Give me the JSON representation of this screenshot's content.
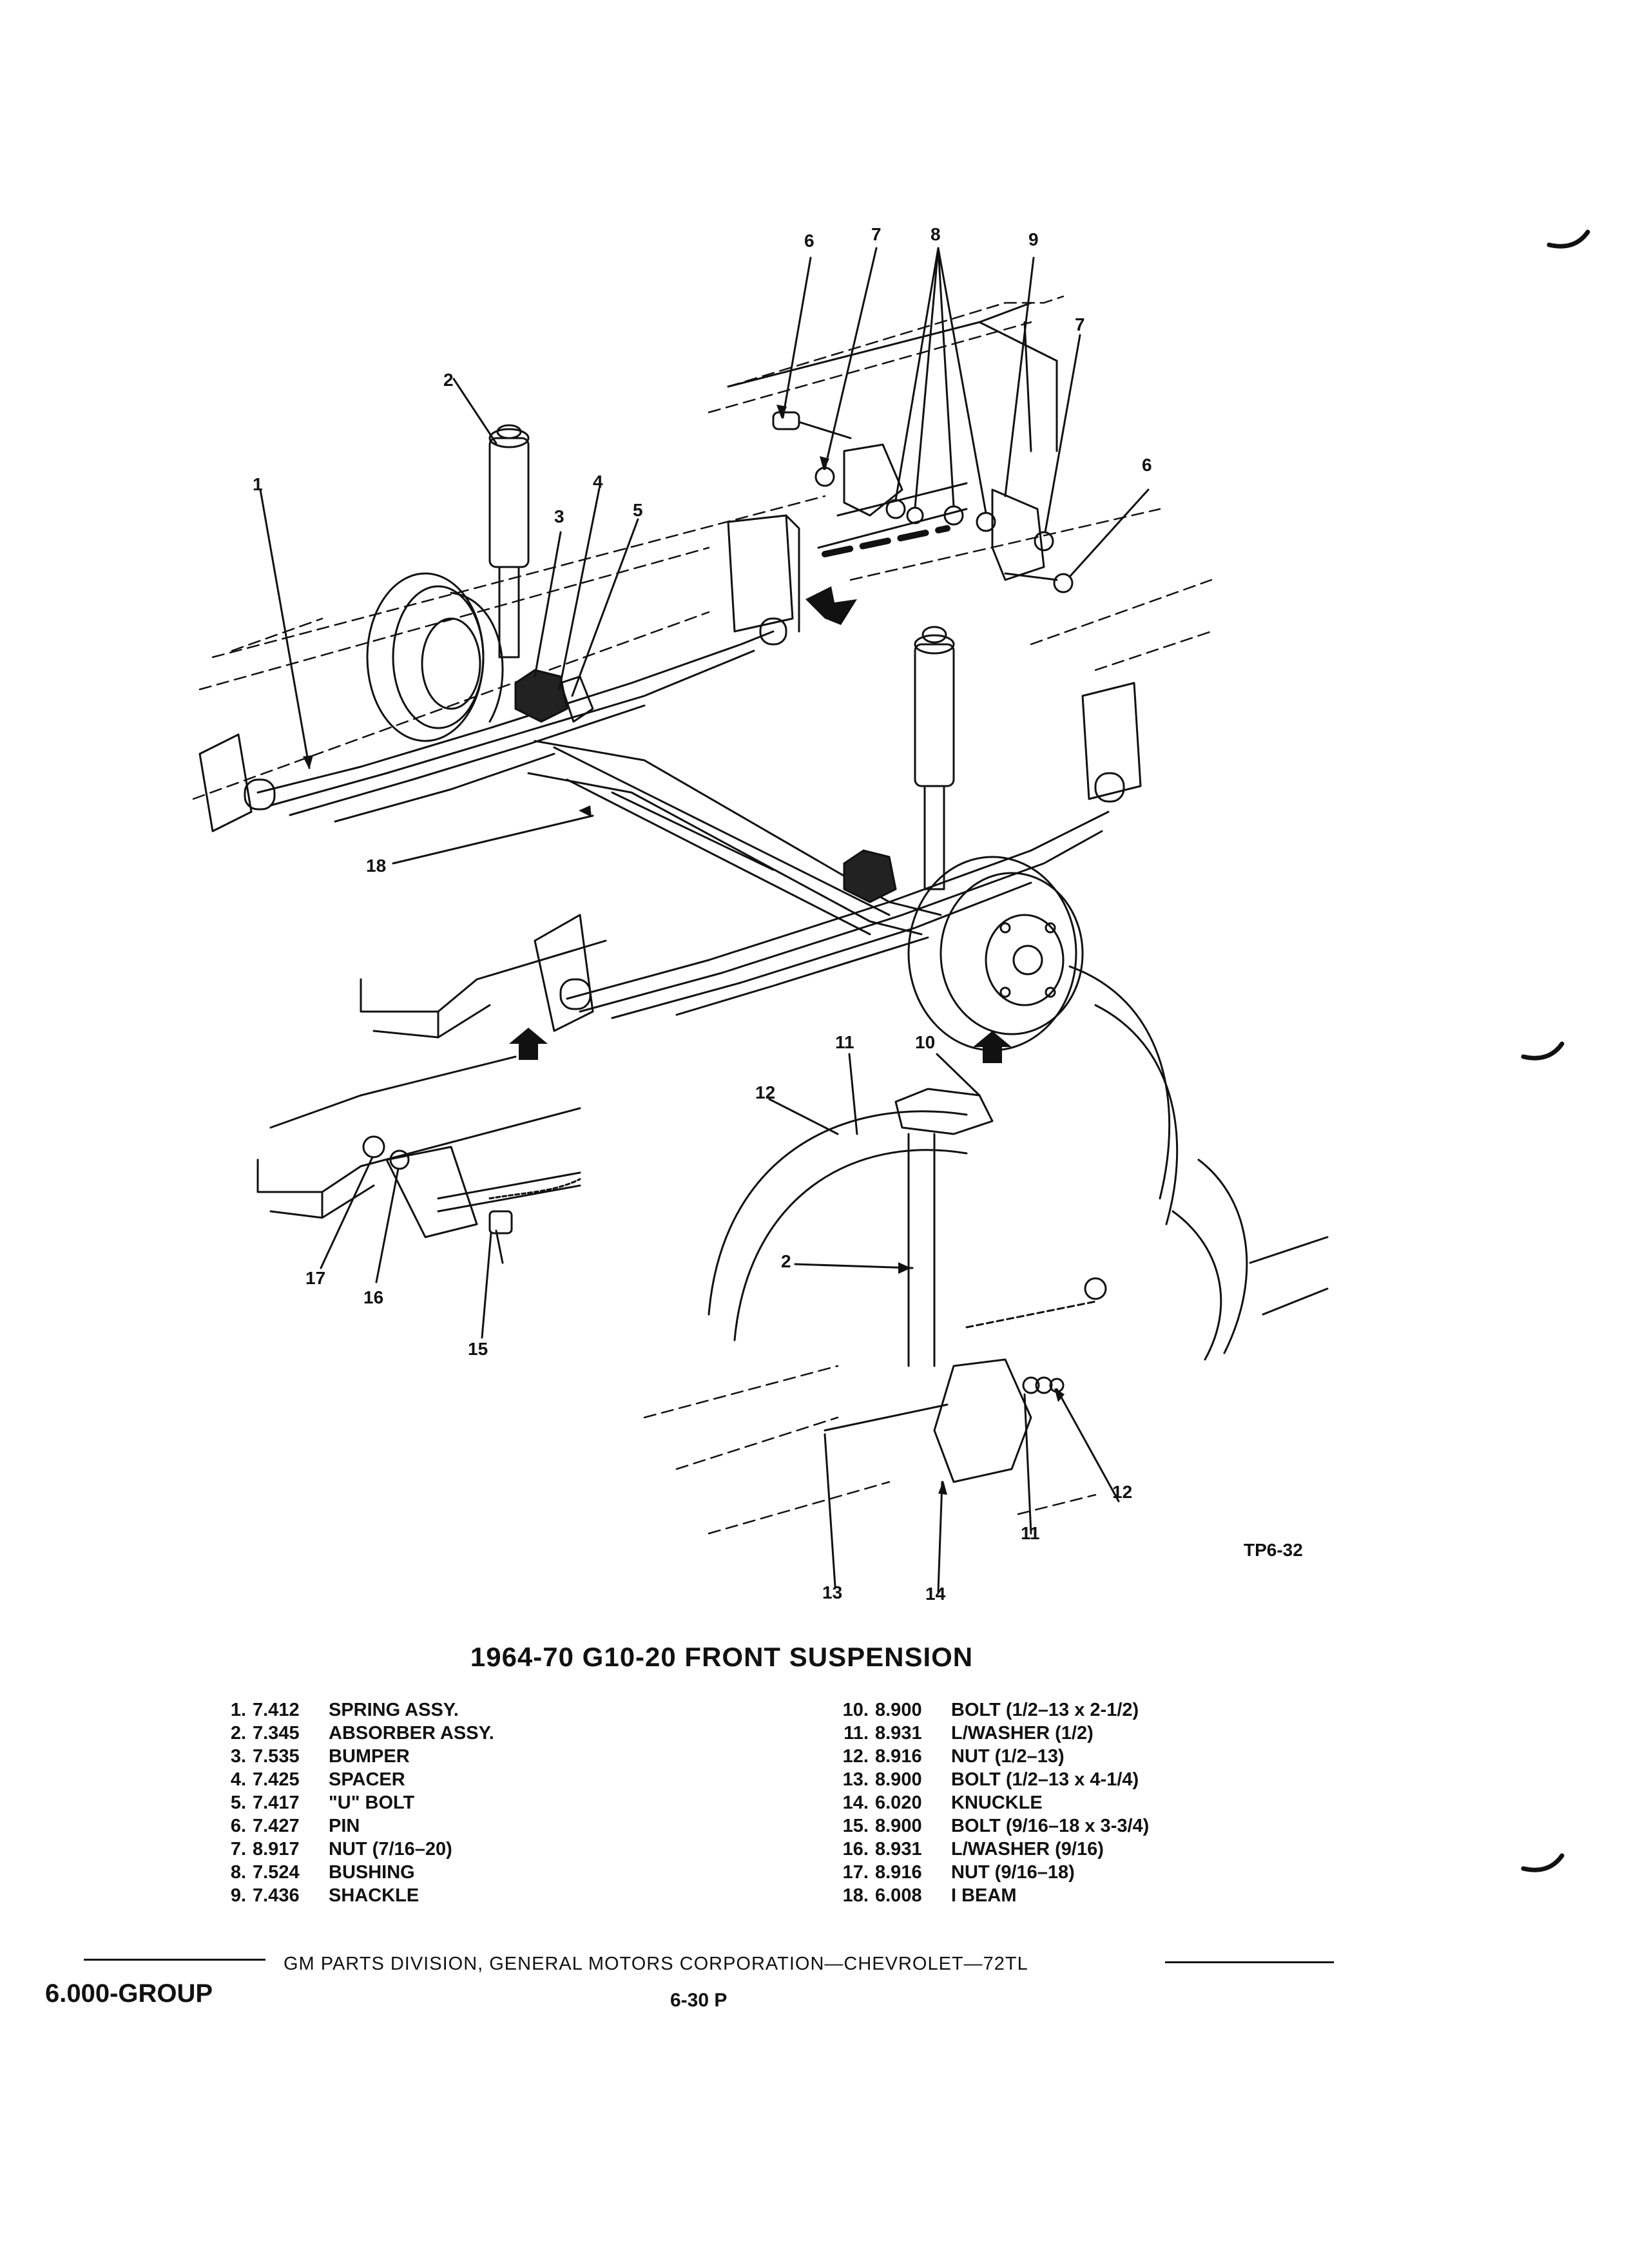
{
  "callouts": [
    {
      "id": "c6a",
      "text": "6"
    },
    {
      "id": "c7a",
      "text": "7"
    },
    {
      "id": "c8",
      "text": "8"
    },
    {
      "id": "c9",
      "text": "9"
    },
    {
      "id": "c7b",
      "text": "7"
    },
    {
      "id": "c6b",
      "text": "6"
    },
    {
      "id": "c2a",
      "text": "2"
    },
    {
      "id": "c1",
      "text": "1"
    },
    {
      "id": "c3",
      "text": "3"
    },
    {
      "id": "c4",
      "text": "4"
    },
    {
      "id": "c5",
      "text": "5"
    },
    {
      "id": "c18",
      "text": "18"
    },
    {
      "id": "c11a",
      "text": "11"
    },
    {
      "id": "c10",
      "text": "10"
    },
    {
      "id": "c12a",
      "text": "12"
    },
    {
      "id": "c2b",
      "text": "2"
    },
    {
      "id": "c17",
      "text": "17"
    },
    {
      "id": "c16",
      "text": "16"
    },
    {
      "id": "c15",
      "text": "15"
    },
    {
      "id": "c12b",
      "text": "12"
    },
    {
      "id": "c11b",
      "text": "11"
    },
    {
      "id": "c13",
      "text": "13"
    },
    {
      "id": "c14",
      "text": "14"
    }
  ],
  "figure_code": "TP6-32",
  "title": "1964-70 G10-20 FRONT SUSPENSION",
  "parts_left": [
    {
      "no": "1.",
      "code": "7.412",
      "desc": "SPRING ASSY."
    },
    {
      "no": "2.",
      "code": "7.345",
      "desc": "ABSORBER ASSY."
    },
    {
      "no": "3.",
      "code": "7.535",
      "desc": "BUMPER"
    },
    {
      "no": "4.",
      "code": "7.425",
      "desc": "SPACER"
    },
    {
      "no": "5.",
      "code": "7.417",
      "desc": "\"U\" BOLT"
    },
    {
      "no": "6.",
      "code": "7.427",
      "desc": "PIN"
    },
    {
      "no": "7.",
      "code": "8.917",
      "desc": "NUT (7/16–20)"
    },
    {
      "no": "8.",
      "code": "7.524",
      "desc": "BUSHING"
    },
    {
      "no": "9.",
      "code": "7.436",
      "desc": "SHACKLE"
    }
  ],
  "parts_right": [
    {
      "no": "10.",
      "code": "8.900",
      "desc": "BOLT (1/2–13 x 2-1/2)"
    },
    {
      "no": "11.",
      "code": "8.931",
      "desc": "L/WASHER (1/2)"
    },
    {
      "no": "12.",
      "code": "8.916",
      "desc": "NUT (1/2–13)"
    },
    {
      "no": "13.",
      "code": "8.900",
      "desc": "BOLT (1/2–13 x 4-1/4)"
    },
    {
      "no": "14.",
      "code": "6.020",
      "desc": "KNUCKLE"
    },
    {
      "no": "15.",
      "code": "8.900",
      "desc": "BOLT (9/16–18 x 3-3/4)"
    },
    {
      "no": "16.",
      "code": "8.931",
      "desc": "L/WASHER (9/16)"
    },
    {
      "no": "17.",
      "code": "8.916",
      "desc": "NUT (9/16–18)"
    },
    {
      "no": "18.",
      "code": "6.008",
      "desc": "I BEAM"
    }
  ],
  "footer": {
    "text": "GM PARTS DIVISION, GENERAL MOTORS CORPORATION—CHEVROLET—72TL",
    "group": "6.000-GROUP",
    "page": "6-30 P"
  }
}
